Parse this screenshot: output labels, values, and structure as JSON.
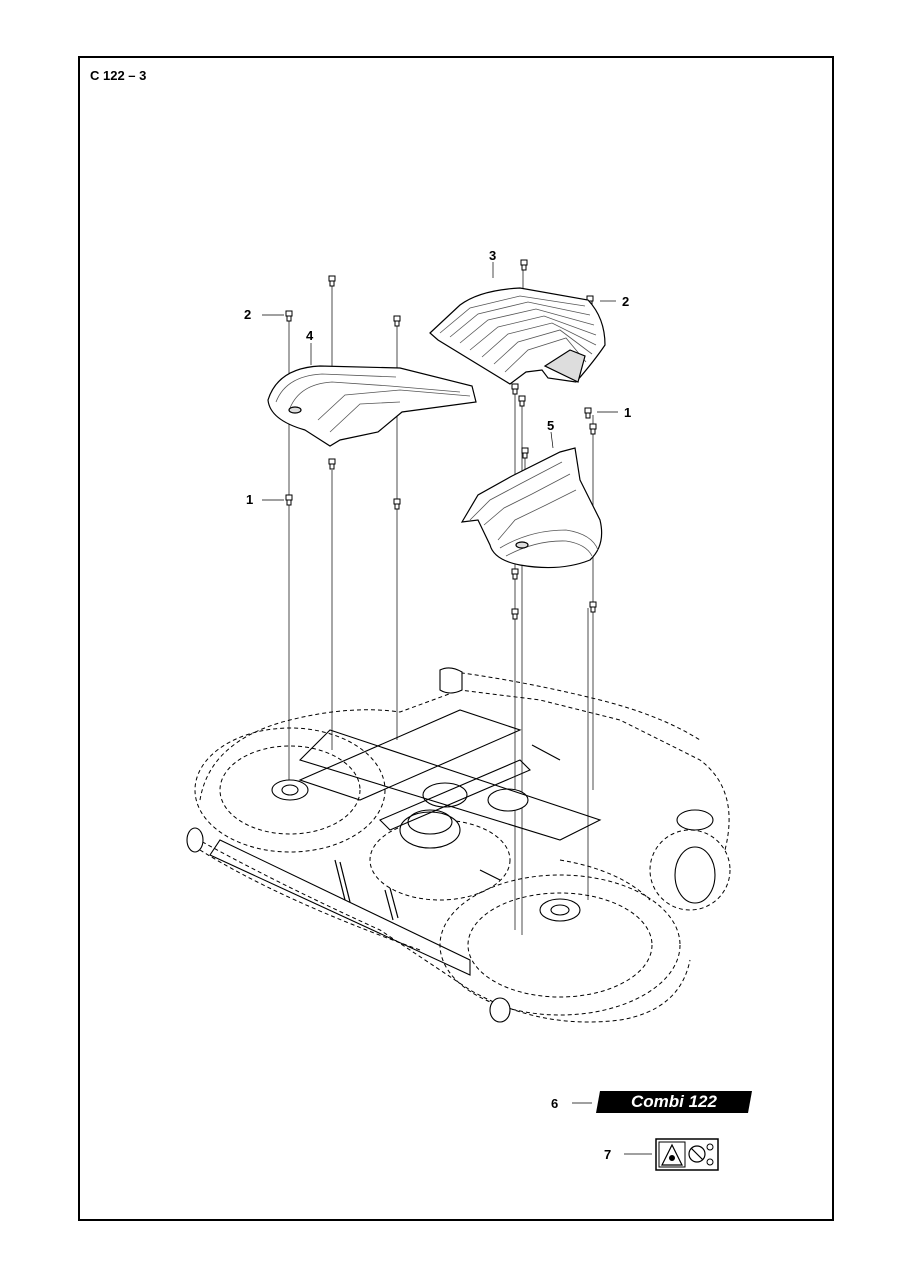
{
  "page": {
    "code": "C 122 – 3"
  },
  "callouts": [
    {
      "id": "1",
      "label": "1"
    },
    {
      "id": "2",
      "label": "2"
    },
    {
      "id": "3",
      "label": "3"
    },
    {
      "id": "4",
      "label": "4"
    },
    {
      "id": "5",
      "label": "5"
    },
    {
      "id": "6",
      "label": "6"
    },
    {
      "id": "7",
      "label": "7"
    }
  ],
  "decal": {
    "text": "Combi 122"
  },
  "icons": {
    "warning_decal": "warning-label-icon"
  }
}
